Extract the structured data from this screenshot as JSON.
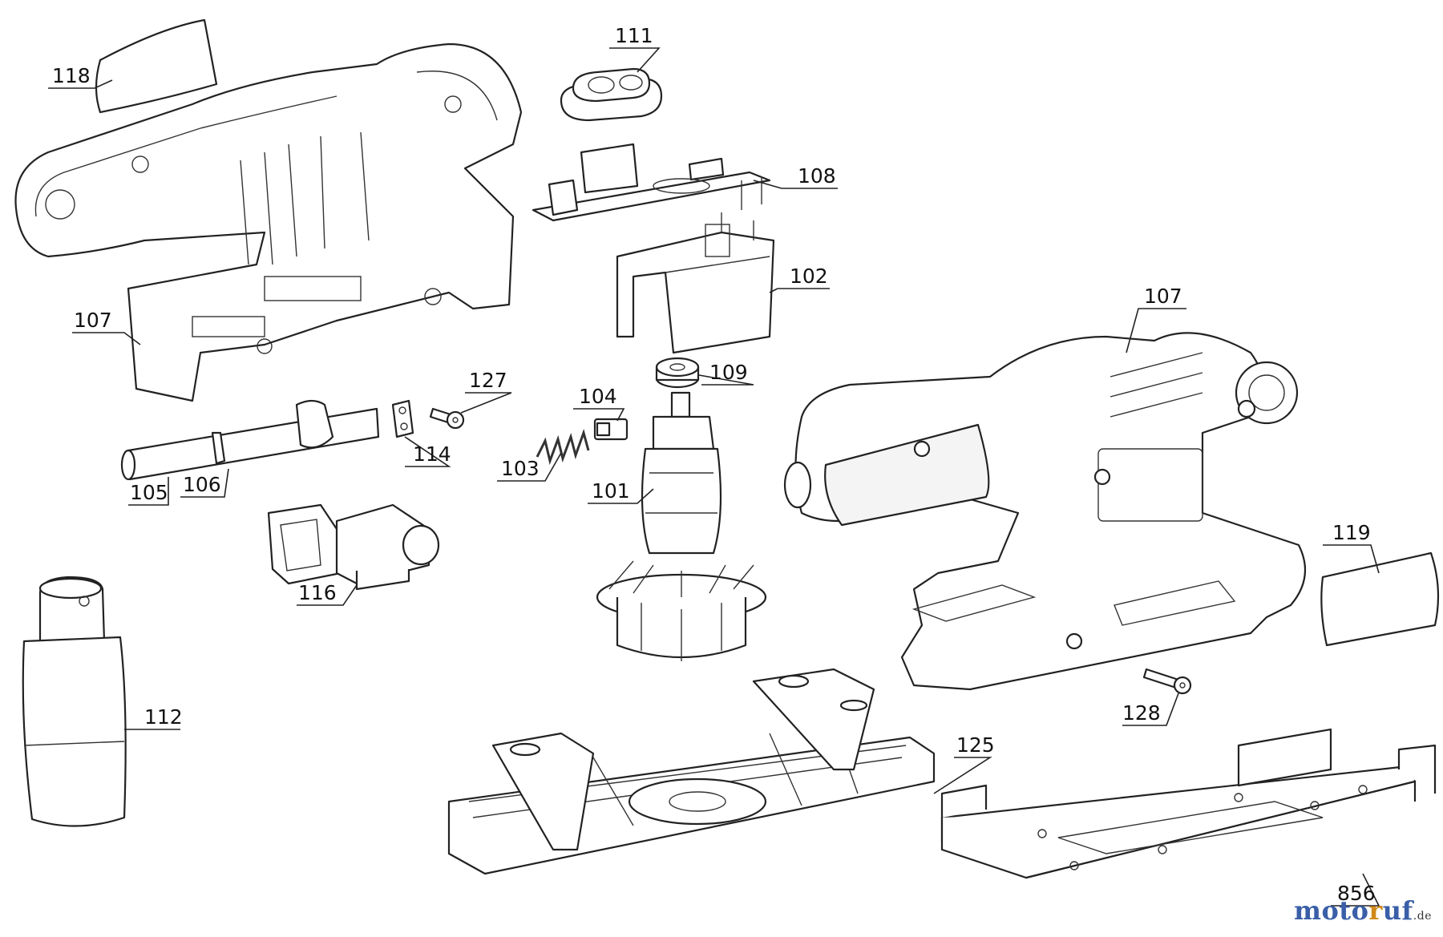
{
  "callouts": [
    {
      "id": "p118",
      "label": "118"
    },
    {
      "id": "p111",
      "label": "111"
    },
    {
      "id": "p108",
      "label": "108"
    },
    {
      "id": "p102",
      "label": "102"
    },
    {
      "id": "p107a",
      "label": "107"
    },
    {
      "id": "p107b",
      "label": "107"
    },
    {
      "id": "p127",
      "label": "127"
    },
    {
      "id": "p104",
      "label": "104"
    },
    {
      "id": "p109",
      "label": "109"
    },
    {
      "id": "p114",
      "label": "114"
    },
    {
      "id": "p103",
      "label": "103"
    },
    {
      "id": "p105",
      "label": "105"
    },
    {
      "id": "p106",
      "label": "106"
    },
    {
      "id": "p101",
      "label": "101"
    },
    {
      "id": "p119",
      "label": "119"
    },
    {
      "id": "p116",
      "label": "116"
    },
    {
      "id": "p112",
      "label": "112"
    },
    {
      "id": "p125",
      "label": "125"
    },
    {
      "id": "p128",
      "label": "128"
    },
    {
      "id": "p856",
      "label": "856"
    }
  ],
  "watermark": {
    "brand_a": "moto",
    "brand_b": "r",
    "brand_c": "uf",
    "tld": ".de"
  }
}
